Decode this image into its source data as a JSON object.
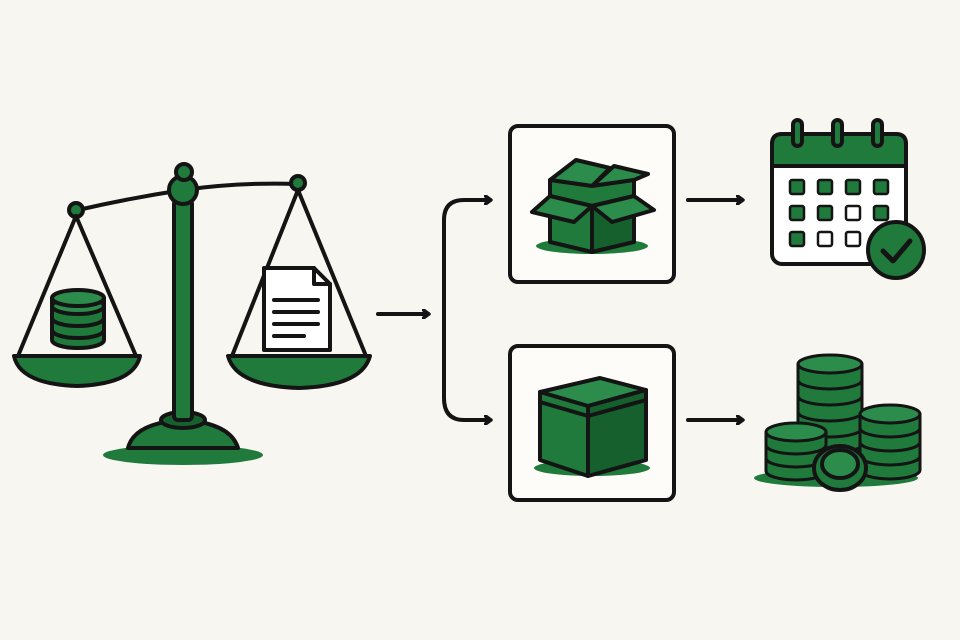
{
  "diagram": {
    "background": "#f8f6f0",
    "colors": {
      "ink": "#141414",
      "green": "#1f7a3c",
      "green_dark": "#16602e",
      "paper": "#ffffff"
    },
    "nodes": [
      {
        "id": "balance-scale",
        "icon": "scale-icon",
        "contents": [
          "coin-stack-icon",
          "document-icon"
        ]
      },
      {
        "id": "open-box-card",
        "icon": "open-box-icon"
      },
      {
        "id": "closed-box-card",
        "icon": "closed-box-icon"
      },
      {
        "id": "calendar",
        "icon": "calendar-check-icon"
      },
      {
        "id": "coins",
        "icon": "coin-stacks-icon"
      }
    ],
    "edges": [
      {
        "from": "balance-scale",
        "to": "open-box-card"
      },
      {
        "from": "balance-scale",
        "to": "closed-box-card"
      },
      {
        "from": "open-box-card",
        "to": "calendar"
      },
      {
        "from": "closed-box-card",
        "to": "coins"
      }
    ]
  }
}
